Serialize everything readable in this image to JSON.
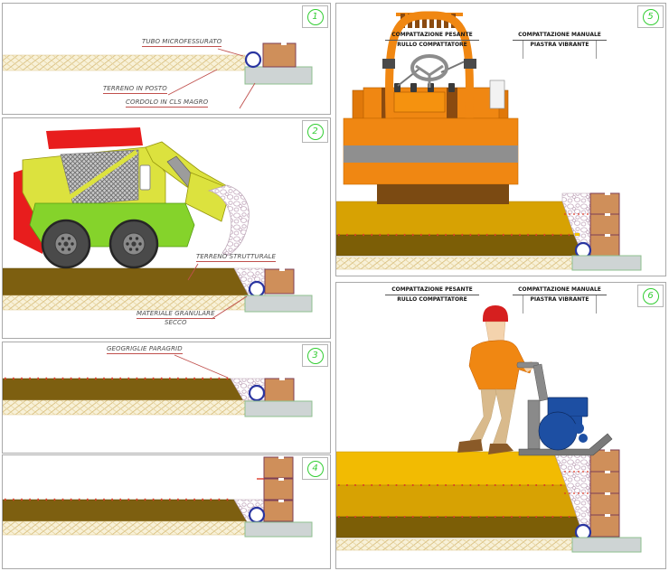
{
  "panels": [
    {
      "number": "1",
      "labels": {
        "tubo": "TUBO MICROFESSURATO",
        "terreno_in_posto": "TERRENO IN POSTO",
        "cordolo": "CORDOLO IN CLS MAGRO"
      }
    },
    {
      "number": "2",
      "labels": {
        "terreno_strutturale": "TERRENO STRUTTURALE",
        "materiale_granulare": "MATERIALE GRANULARE",
        "secco": "SECCO"
      }
    },
    {
      "number": "3",
      "labels": {
        "geogriglie": "GEOGRIGLIE PARAGRID"
      }
    },
    {
      "number": "4",
      "labels": {}
    },
    {
      "number": "5",
      "labels": {
        "compattazione_pesante": "COMPATTAZIONE PESANTE",
        "rullo": "RULLO COMPATTATORE",
        "compattazione_manuale": "COMPATTAZIONE MANUALE",
        "piastra": "PIASTRA VIBRANTE"
      }
    },
    {
      "number": "6",
      "labels": {
        "compattazione_pesante": "COMPATTAZIONE PESANTE",
        "rullo": "RULLO COMPATTATORE",
        "compattazione_manuale": "COMPATTAZIONE MANUALE",
        "piastra": "PIASTRA VIBRANTE"
      }
    }
  ],
  "colors": {
    "step_badge_green": "#32cd32",
    "leader_red": "#c0504d",
    "geogrid_red": "#dd3b2a",
    "soil_brown": "#7d5f10",
    "fill_gold": "#d7a203",
    "fill_yellow": "#f2bb02",
    "brick_tan": "#cf8f5a",
    "brick_edge": "#7c3f56",
    "slab_gray": "#ced4d4",
    "slab_edge_green": "#8fc08f",
    "pipe_blue": "#2a35a0",
    "machine_orange": "#f08712",
    "loader_yellow": "#dce23e",
    "loader_green": "#85d32b",
    "loader_red": "#e81d1d",
    "compactor_blue": "#1d4fa3"
  }
}
